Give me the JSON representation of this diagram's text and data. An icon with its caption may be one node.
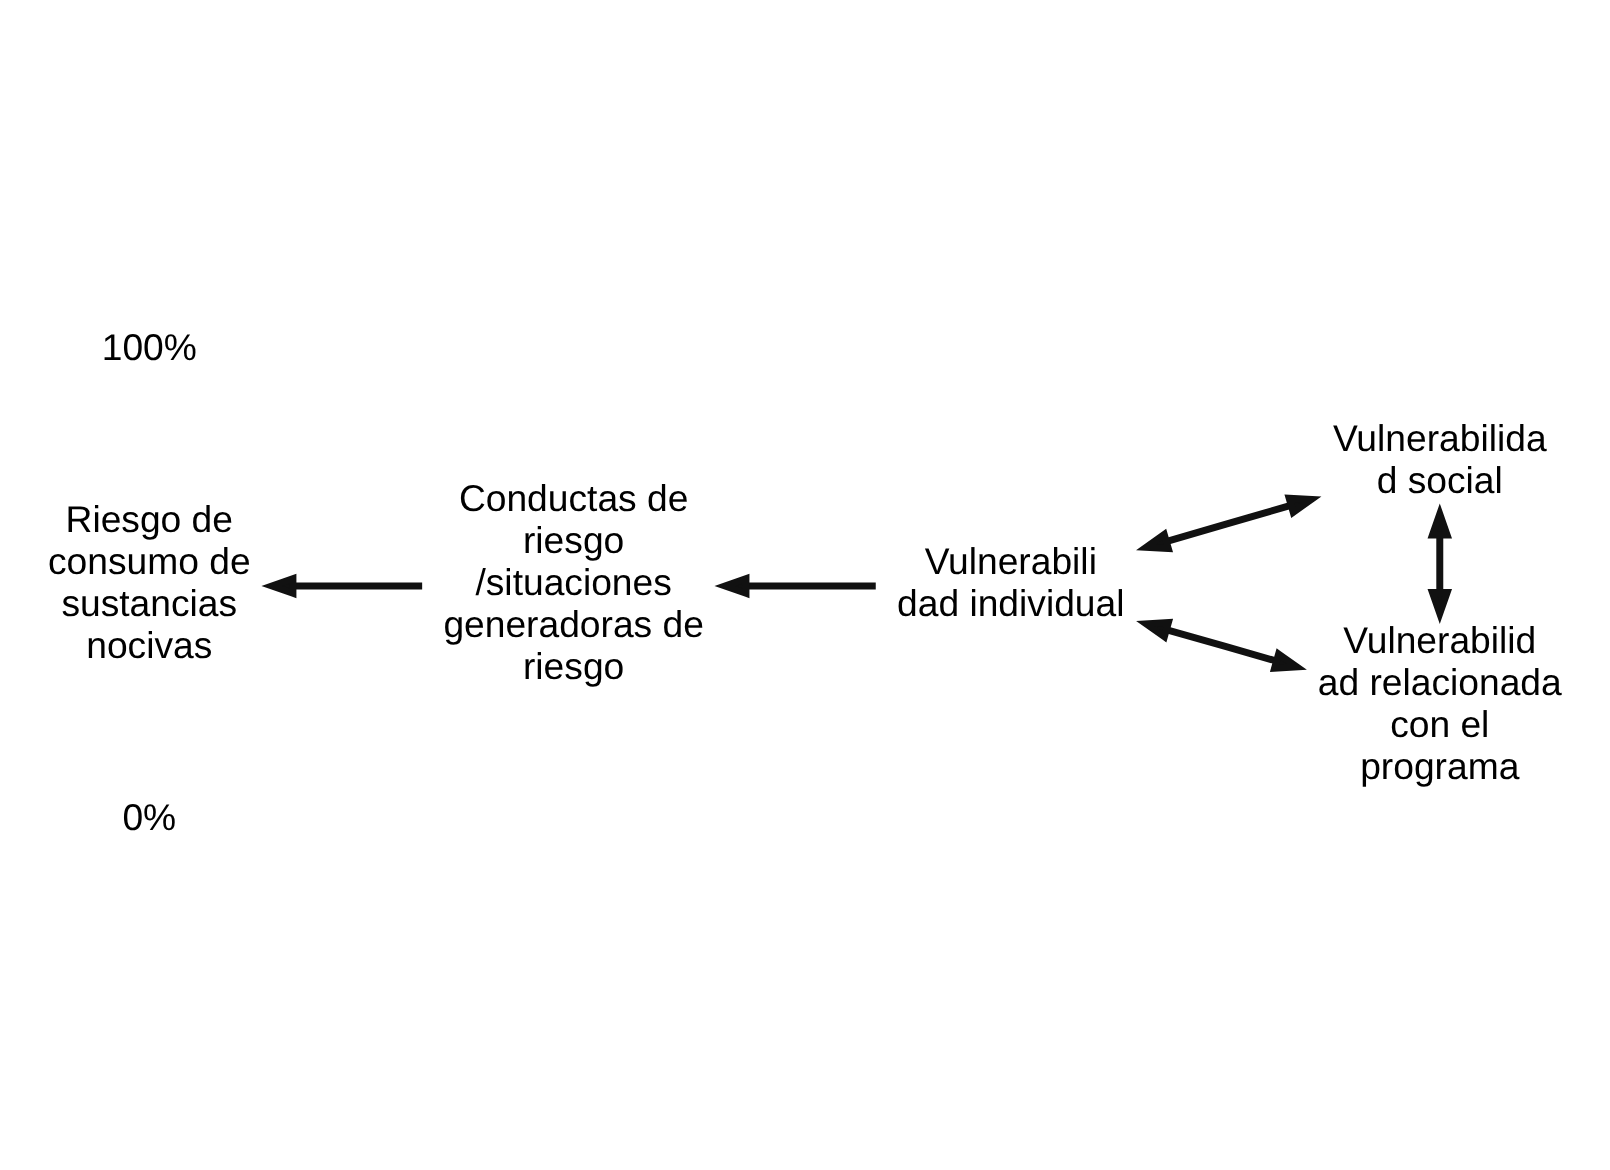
{
  "diagram": {
    "nodes": [
      {
        "text": [
          "Riesgo de consumo de sustancias nocivas"
        ]
      },
      {
        "text": [
          "Conductas de riesgo /situaciones generadoras de riesgo"
        ]
      },
      {
        "text": [
          "Vulnerabili dad individual"
        ]
      },
      {
        "text": [
          "Vulnerabilida d social"
        ]
      },
      {
        "text": [
          "Vulnerabilid ad relacionada con el programa"
        ]
      }
    ],
    "edges": [
      {
        "from": 1,
        "to": 0,
        "arrow": "to"
      },
      {
        "from": 2,
        "to": 1,
        "arrow": "to"
      },
      {
        "from": 3,
        "to": 2,
        "arrow": "both"
      },
      {
        "from": 4,
        "to": 2,
        "arrow": "both"
      },
      {
        "from": 3,
        "to": 4,
        "arrow": "both"
      }
    ],
    "labels": [
      "100%",
      "0%"
    ]
  }
}
